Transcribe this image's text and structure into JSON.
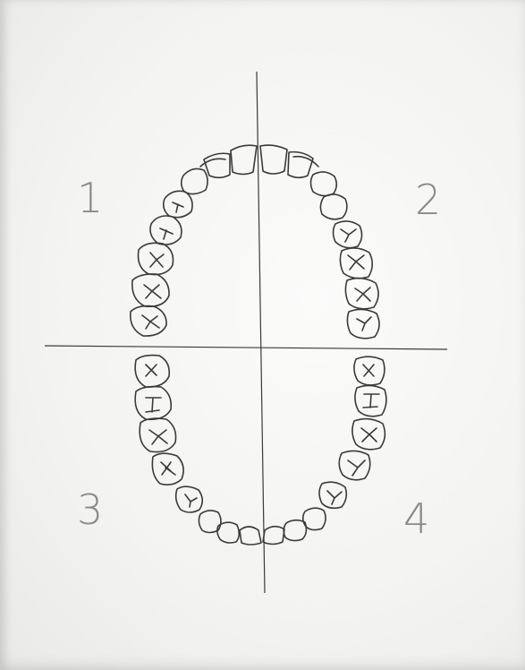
{
  "quadrant_labels": {
    "upper_right_of_patient": "1",
    "upper_left_of_patient": "2",
    "lower_right_of_patient": "3",
    "lower_left_of_patient": "4"
  },
  "colors": {
    "paper": "#f4f4f2",
    "ink": "#3a3a3a",
    "label_ink": "#8a8a88"
  },
  "diagram": {
    "type": "dental-chart-hand-drawn",
    "teeth_per_quadrant": 8,
    "quadrants": 4
  }
}
